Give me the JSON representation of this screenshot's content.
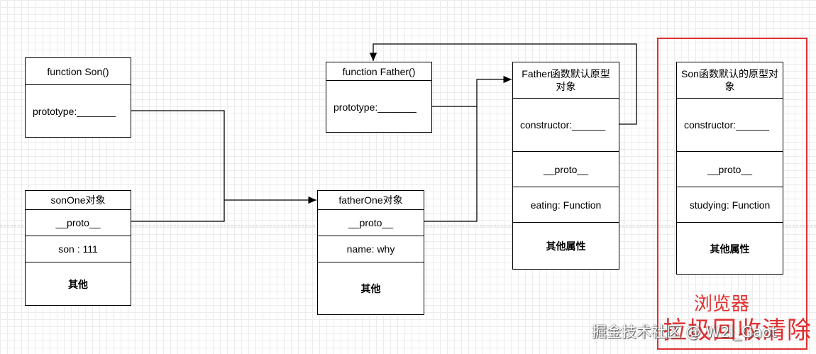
{
  "son_fn": {
    "title": "function Son()",
    "prototype": "prototype:_______"
  },
  "son_one": {
    "title": "sonOne对象",
    "proto": "__proto__",
    "son": "son : 111",
    "other": "其他"
  },
  "father_fn": {
    "title": "function Father()",
    "prototype": "prototype:_______"
  },
  "father_one": {
    "title": "fatherOne对象",
    "proto": "__proto__",
    "name": "name: why",
    "other": "其他"
  },
  "father_proto": {
    "title": "Father函数默认原型对象",
    "constructor": "constructor:______",
    "proto": "__proto__",
    "eating": "eating: Function",
    "other": "其他属性"
  },
  "son_proto": {
    "title": "Son函数默认的原型对象",
    "constructor": "constructor:______",
    "proto": "__proto__",
    "studying": "studying: Function",
    "other": "其他属性"
  },
  "gc": {
    "line1": "浏览器",
    "line2": "拉圾回收清除"
  },
  "watermark": "掘金技术社区 @ W2l_Gaot",
  "colors": {
    "edge": "#000000",
    "gc_red": "#e03030"
  }
}
